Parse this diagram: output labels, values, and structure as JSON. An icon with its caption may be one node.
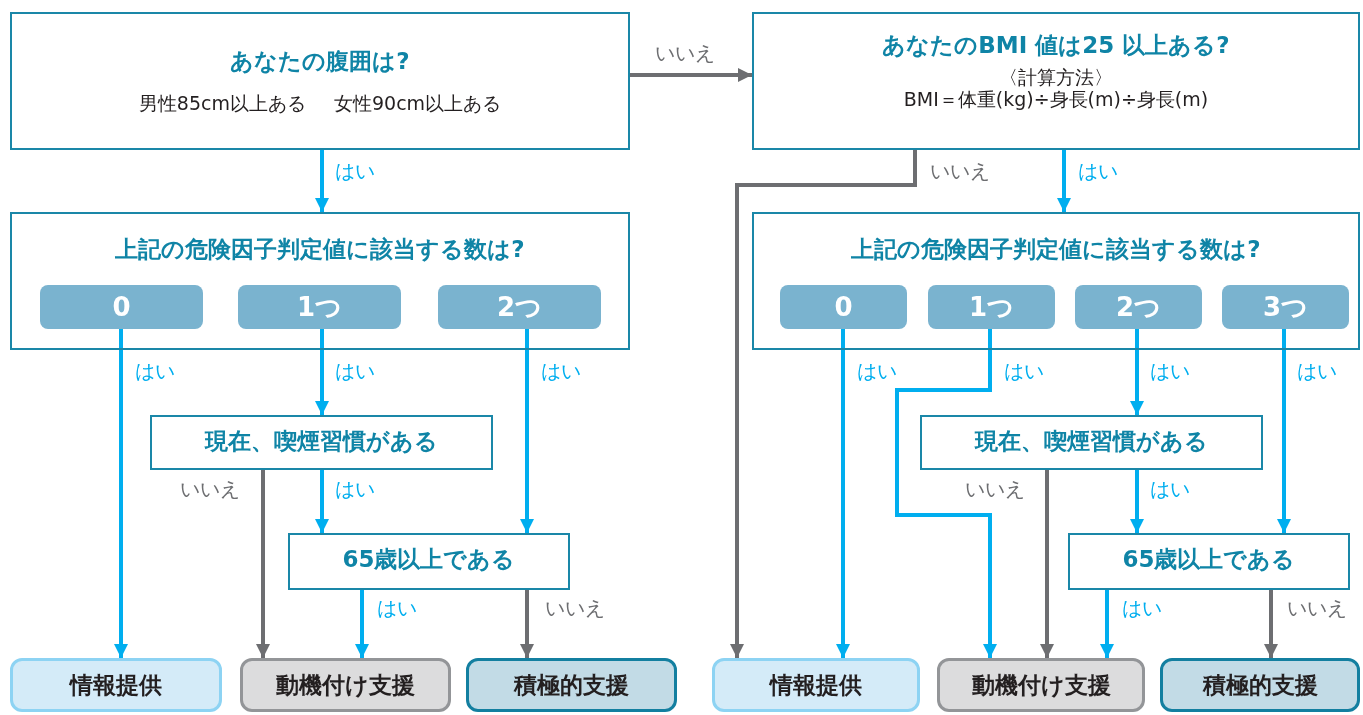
{
  "diagram": {
    "nodes": [
      {
        "text": [
          "あなたの腹囲は?",
          "男性85cm以上ある",
          "女性90cm以上ある"
        ]
      },
      {
        "text": [
          "あなたのBMI 値は25 以上ある?",
          "〈計算方法〉",
          "BMI＝体重(kg)÷身長(m)÷身長(m)"
        ]
      },
      {
        "text": [
          "上記の危険因子判定値に該当する数は?"
        ]
      },
      {
        "text": [
          "0"
        ],
        "in": 2
      },
      {
        "text": [
          "1つ"
        ],
        "in": 2
      },
      {
        "text": [
          "2つ"
        ],
        "in": 2
      },
      {
        "text": [
          "上記の危険因子判定値に該当する数は?"
        ]
      },
      {
        "text": [
          "0"
        ],
        "in": 6
      },
      {
        "text": [
          "1つ"
        ],
        "in": 6
      },
      {
        "text": [
          "2つ"
        ],
        "in": 6
      },
      {
        "text": [
          "3つ"
        ],
        "in": 6
      },
      {
        "text": [
          "現在、喫煙習慣がある"
        ]
      },
      {
        "text": [
          "現在、喫煙習慣がある"
        ]
      },
      {
        "text": [
          "65歳以上である"
        ]
      },
      {
        "text": [
          "65歳以上である"
        ]
      },
      {
        "text": [
          "情報提供"
        ]
      },
      {
        "text": [
          "動機付け支援"
        ]
      },
      {
        "text": [
          "積極的支援"
        ]
      },
      {
        "text": [
          "情報提供"
        ]
      },
      {
        "text": [
          "動機付け支援"
        ]
      },
      {
        "text": [
          "積極的支援"
        ]
      }
    ],
    "edges": [
      {
        "from": 0,
        "to": 1,
        "arrow": "to",
        "label": "いいえ",
        "color": "#6d6e71"
      },
      {
        "from": 0,
        "to": 2,
        "arrow": "to",
        "label": "はい"
      },
      {
        "from": 1,
        "to": 18,
        "arrow": "to",
        "label": "いいえ",
        "color": "#6d6e71"
      },
      {
        "from": 1,
        "to": 6,
        "arrow": "to",
        "label": "はい"
      },
      {
        "from": 3,
        "to": 15,
        "arrow": "to",
        "label": "はい"
      },
      {
        "from": 4,
        "to": 11,
        "arrow": "to",
        "label": "はい"
      },
      {
        "from": 5,
        "to": 13,
        "arrow": "to",
        "label": "はい"
      },
      {
        "from": 11,
        "to": 16,
        "arrow": "to",
        "label": "いいえ",
        "color": "#6d6e71"
      },
      {
        "from": 11,
        "to": 13,
        "arrow": "to",
        "label": "はい"
      },
      {
        "from": 13,
        "to": 16,
        "arrow": "to",
        "label": "はい"
      },
      {
        "from": 13,
        "to": 17,
        "arrow": "to",
        "label": "いいえ",
        "color": "#6d6e71"
      },
      {
        "from": 7,
        "to": 18,
        "arrow": "to",
        "label": "はい"
      },
      {
        "from": 8,
        "to": 19,
        "arrow": "to",
        "label": "はい"
      },
      {
        "from": 9,
        "to": 12,
        "arrow": "to",
        "label": "はい"
      },
      {
        "from": 10,
        "to": 14,
        "arrow": "to",
        "label": "はい"
      },
      {
        "from": 12,
        "to": 19,
        "arrow": "to",
        "label": "いいえ",
        "color": "#6d6e71"
      },
      {
        "from": 12,
        "to": 14,
        "arrow": "to",
        "label": "はい"
      },
      {
        "from": 14,
        "to": 19,
        "arrow": "to",
        "label": "はい"
      },
      {
        "from": 14,
        "to": 20,
        "arrow": "to",
        "label": "いいえ",
        "color": "#6d6e71"
      }
    ]
  }
}
